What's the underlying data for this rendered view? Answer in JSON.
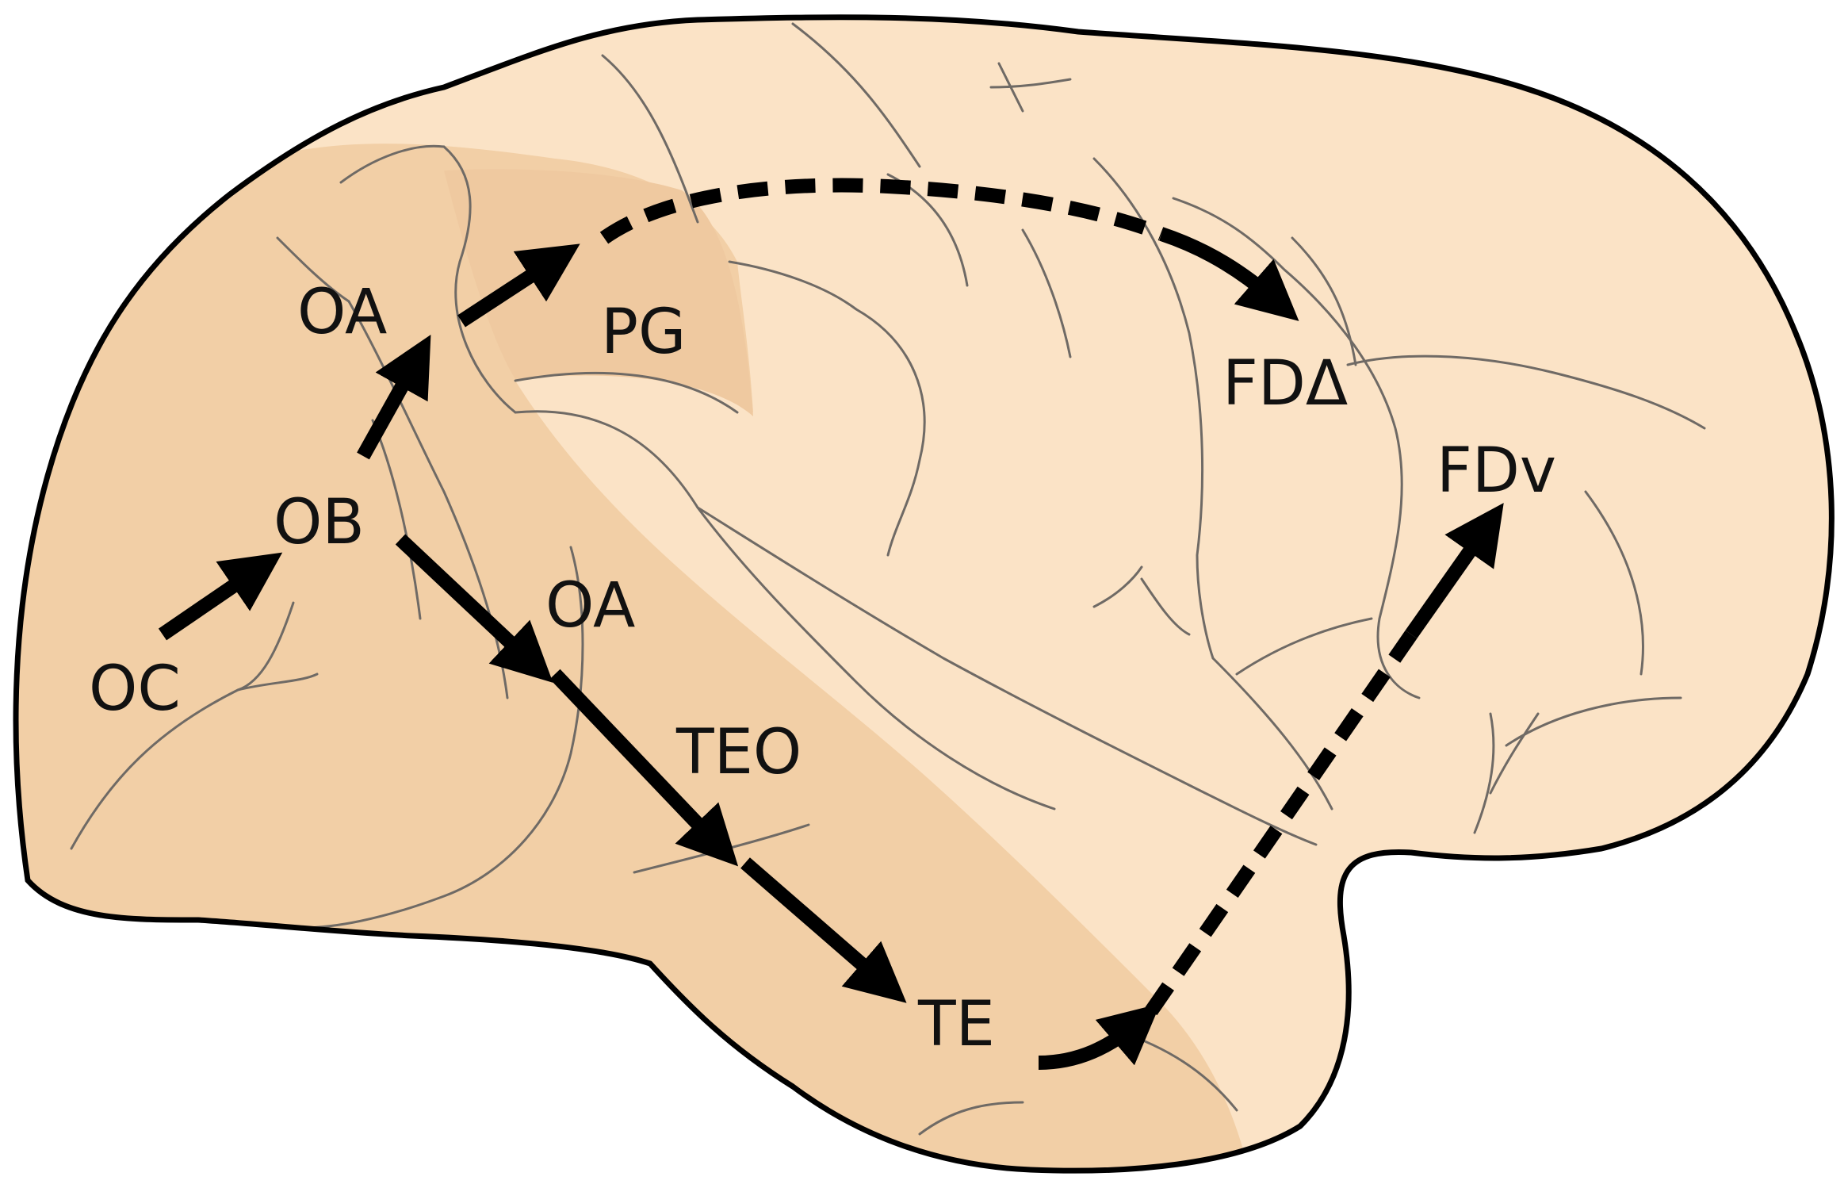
{
  "labels": {
    "oc": "OC",
    "ob": "OB",
    "oa_dorsal": "OA",
    "oa_ventral": "OA",
    "pg": "PG",
    "teo": "TEO",
    "te": "TE",
    "fd_delta": "FDΔ",
    "fd_v": "FDv"
  },
  "colors": {
    "brain_light": "#fbe3c6",
    "brain_dark": "#f2cfa6",
    "outline": "#000000",
    "sulcus": "#6f6a65",
    "arrow": "#000000"
  },
  "pathways": {
    "dorsal": [
      "OC",
      "OB",
      "OA",
      "PG",
      "FDΔ"
    ],
    "ventral": [
      "OC",
      "OB",
      "OA",
      "TEO",
      "TE",
      "FDv"
    ]
  }
}
